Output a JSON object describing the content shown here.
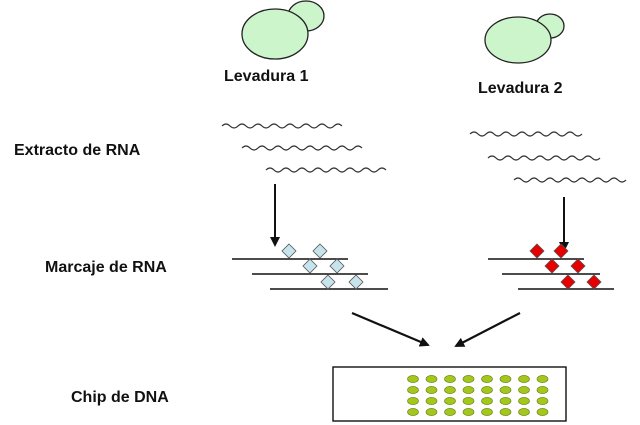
{
  "yeast": [
    {
      "label": "Levadura 1",
      "color": "#ccf5cc"
    },
    {
      "label": "Levadura 2",
      "color": "#ccf5cc"
    }
  ],
  "steps": {
    "extract": "Extracto de RNA",
    "labeling": "Marcaje de RNA",
    "chip": "Chip de DNA"
  },
  "colors": {
    "label_1": "#c7e4ec",
    "label_2": "#e60000",
    "chip_spot": "#a3c81c",
    "stroke": "#111111"
  },
  "chip": {
    "rows": 4,
    "cols": 8
  }
}
